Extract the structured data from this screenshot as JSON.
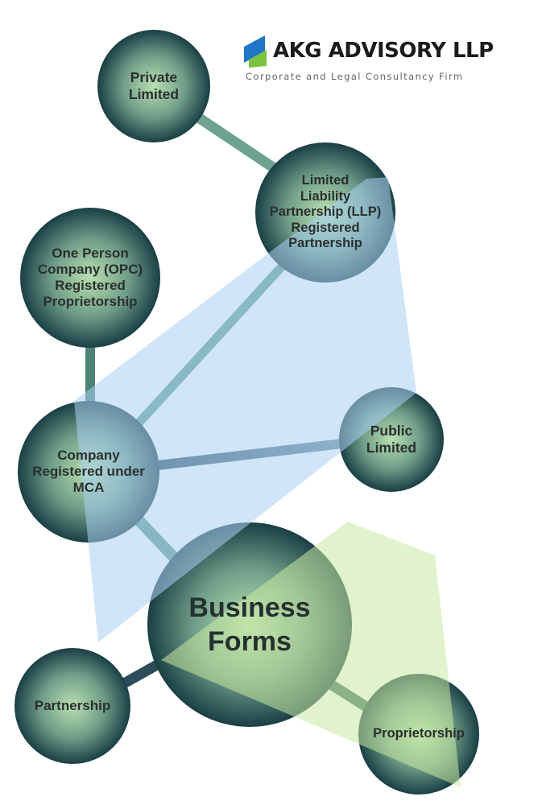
{
  "logo": {
    "name": "AKG ADVISORY LLP",
    "tagline": "Corporate and Legal Consultancy Firm",
    "colors": {
      "mark_blue": "#1f76c7",
      "mark_green": "#7cc242"
    }
  },
  "colors": {
    "node_light": "#b9e0b0",
    "node_mid": "#5e8c7d",
    "node_dark": "#1a3f45",
    "connector": "#5e9e8c",
    "blue_region": "#a9cff3",
    "green_region": "#c9e9a2"
  },
  "nodes": {
    "private_limited": [
      "Private",
      "Limited"
    ],
    "llp": [
      "Limited",
      "Liability",
      "Partnership (LLP)",
      "Registered",
      "Partnership"
    ],
    "opc": [
      "One Person",
      "Company (OPC)",
      "Registered",
      "Proprietorship"
    ],
    "public_limited": [
      "Public",
      "Limited"
    ],
    "company_mca": [
      "Company",
      "Registered under",
      "MCA"
    ],
    "business_forms": [
      "Business",
      "Forms"
    ],
    "partnership": [
      "Partnership"
    ],
    "proprietorship": [
      "Proprietorship"
    ]
  }
}
